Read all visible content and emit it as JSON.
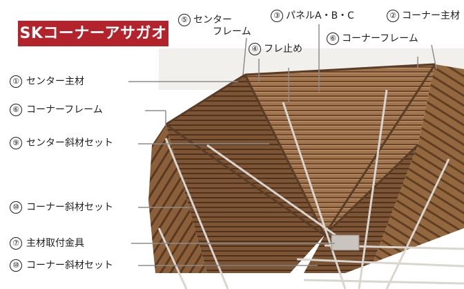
{
  "title": "SKコーナーアサガオ",
  "labels_left": [
    {
      "num": "①",
      "text": "センター主材"
    },
    {
      "num": "⑥",
      "text": "コーナーフレーム"
    },
    {
      "num": "⑨",
      "text": "センター斜材セット"
    },
    {
      "num": "⑩",
      "text": "コーナー斜材セット"
    },
    {
      "num": "⑦",
      "text": "主材取付金具"
    },
    {
      "num": "⑩",
      "text": "コーナー斜材セット"
    }
  ],
  "labels_top": [
    {
      "num": "⑤",
      "text": "センター",
      "text2": "フレーム"
    },
    {
      "num": "④",
      "text": "フレ止め"
    },
    {
      "num": "③",
      "text": "パネルA・B・C"
    },
    {
      "num": "⑥",
      "text": "コーナーフレーム"
    },
    {
      "num": "②",
      "text": "コーナー主材"
    }
  ],
  "colors": {
    "badge": "#b3232b",
    "wood_light": "#a77a52",
    "wood_dark": "#6e4a2e",
    "sky": "#eeeeec",
    "leader": "#888888",
    "steel": "#d7d4cf"
  }
}
